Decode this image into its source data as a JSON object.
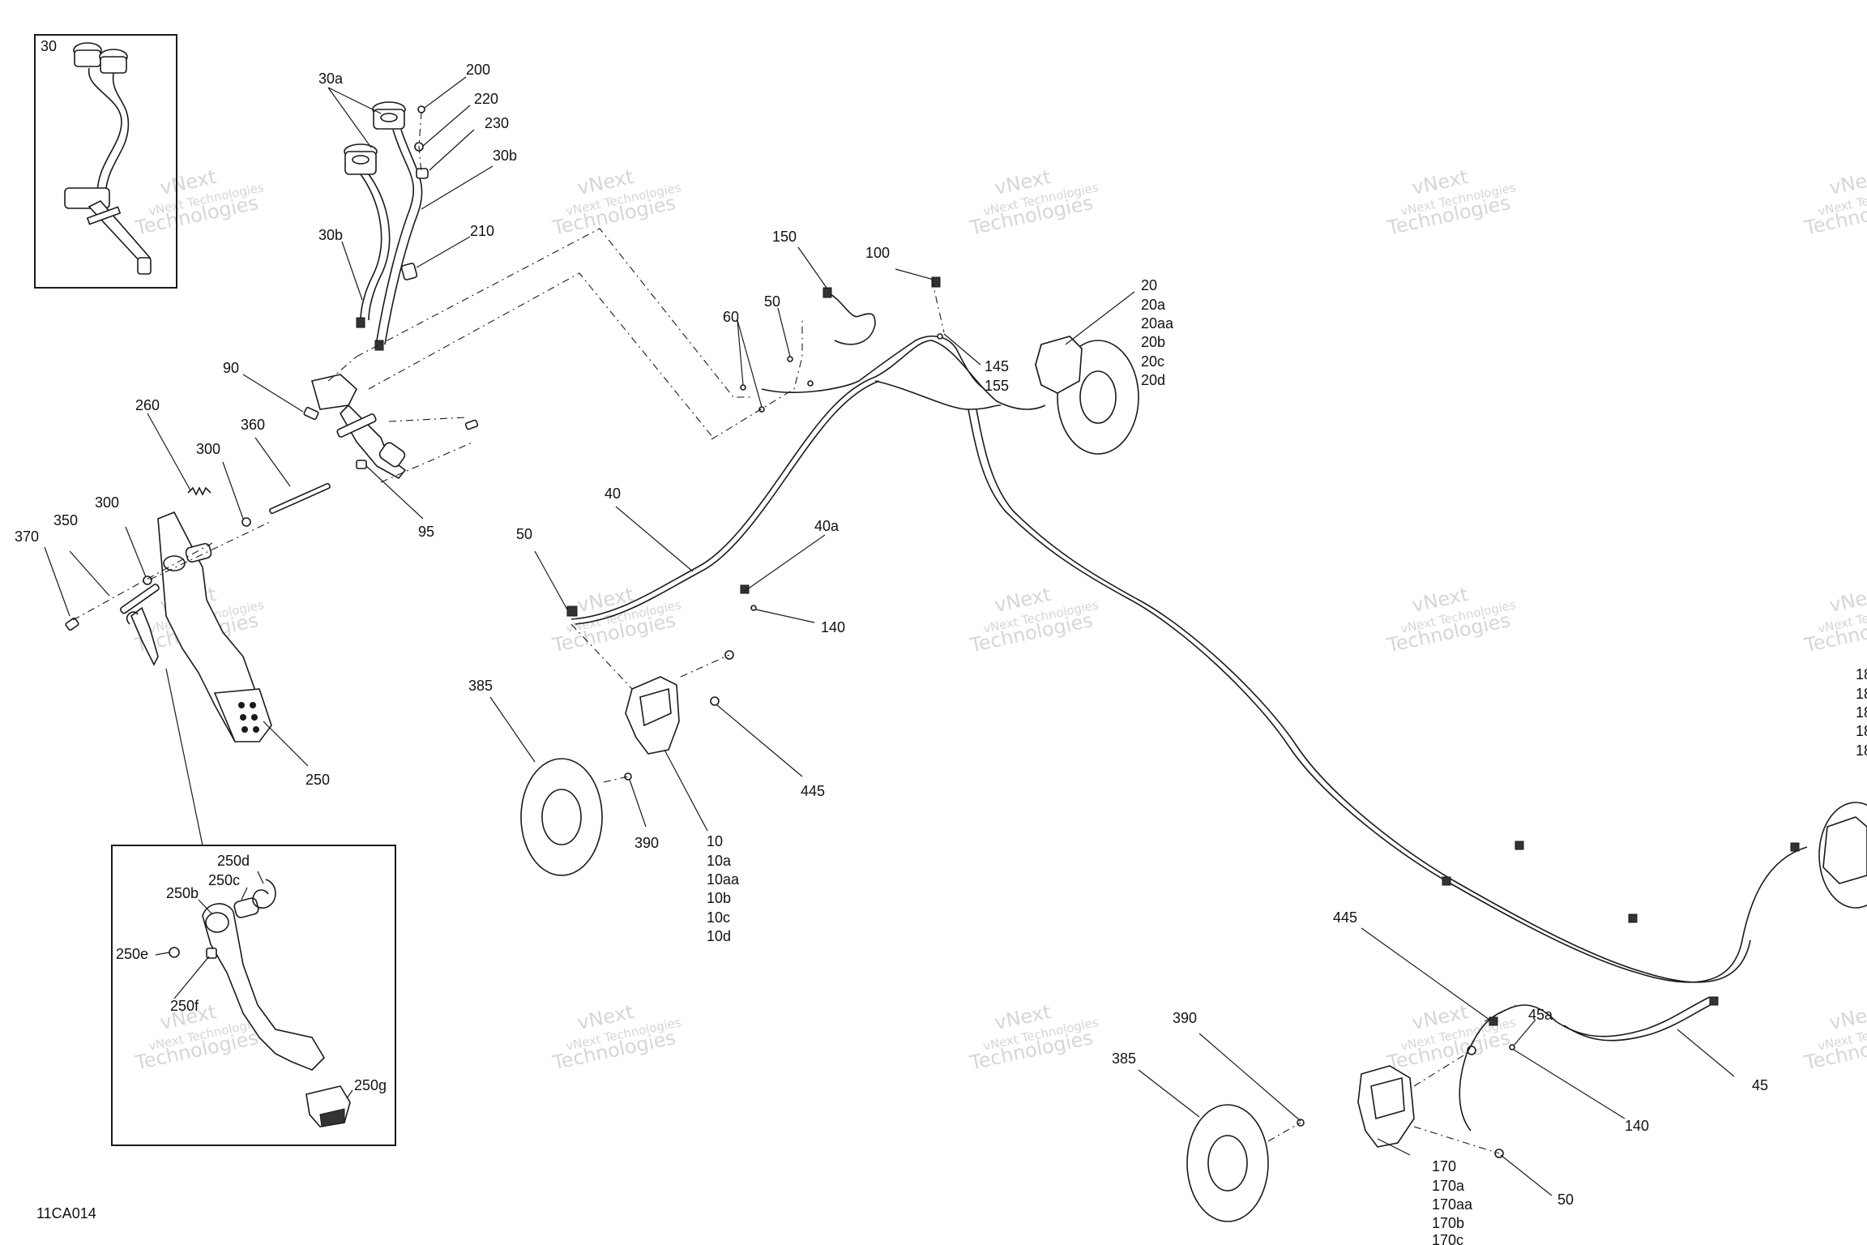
{
  "diagram": {
    "code": "11CA014",
    "callouts": {
      "c30": "30",
      "c30a": "30a",
      "c200": "200",
      "c220": "220",
      "c230": "230",
      "c30b_top": "30b",
      "c30b": "30b",
      "c210": "210",
      "c90": "90",
      "c260": "260",
      "c360": "360",
      "c300_a": "300",
      "c300_b": "300",
      "c95": "95",
      "c370": "370",
      "c350": "350",
      "c250": "250",
      "c150": "150",
      "c100": "100",
      "c60": "60",
      "c50_top": "50",
      "c145": "145",
      "c155": "155",
      "c20": "20",
      "c20a": "20a",
      "c20aa": "20aa",
      "c20b": "20b",
      "c20c": "20c",
      "c20d": "20d",
      "c40": "40",
      "c40a": "40a",
      "c50_mid": "50",
      "c140_mid": "140",
      "c385_left": "385",
      "c390_left": "390",
      "c445_mid": "445",
      "c10": "10",
      "c10a": "10a",
      "c10aa": "10aa",
      "c10b": "10b",
      "c10c": "10c",
      "c10d": "10d",
      "c250d": "250d",
      "c250c": "250c",
      "c250b": "250b",
      "c250e": "250e",
      "c250f": "250f",
      "c250g": "250g",
      "c445_right": "445",
      "c45a": "45a",
      "c45": "45",
      "c140_right": "140",
      "c390_right": "390",
      "c385_right": "385",
      "c170": "170",
      "c170a": "170a",
      "c170aa": "170aa",
      "c170b": "170b",
      "c170c": "170c",
      "c50_bottom": "50",
      "c18_1": "18",
      "c18_2": "18",
      "c18_3": "18",
      "c18_4": "18",
      "c18_5": "18"
    },
    "watermark": {
      "line1": "vNext",
      "line2": "vNext Technologies",
      "line3": "Technologies"
    }
  }
}
